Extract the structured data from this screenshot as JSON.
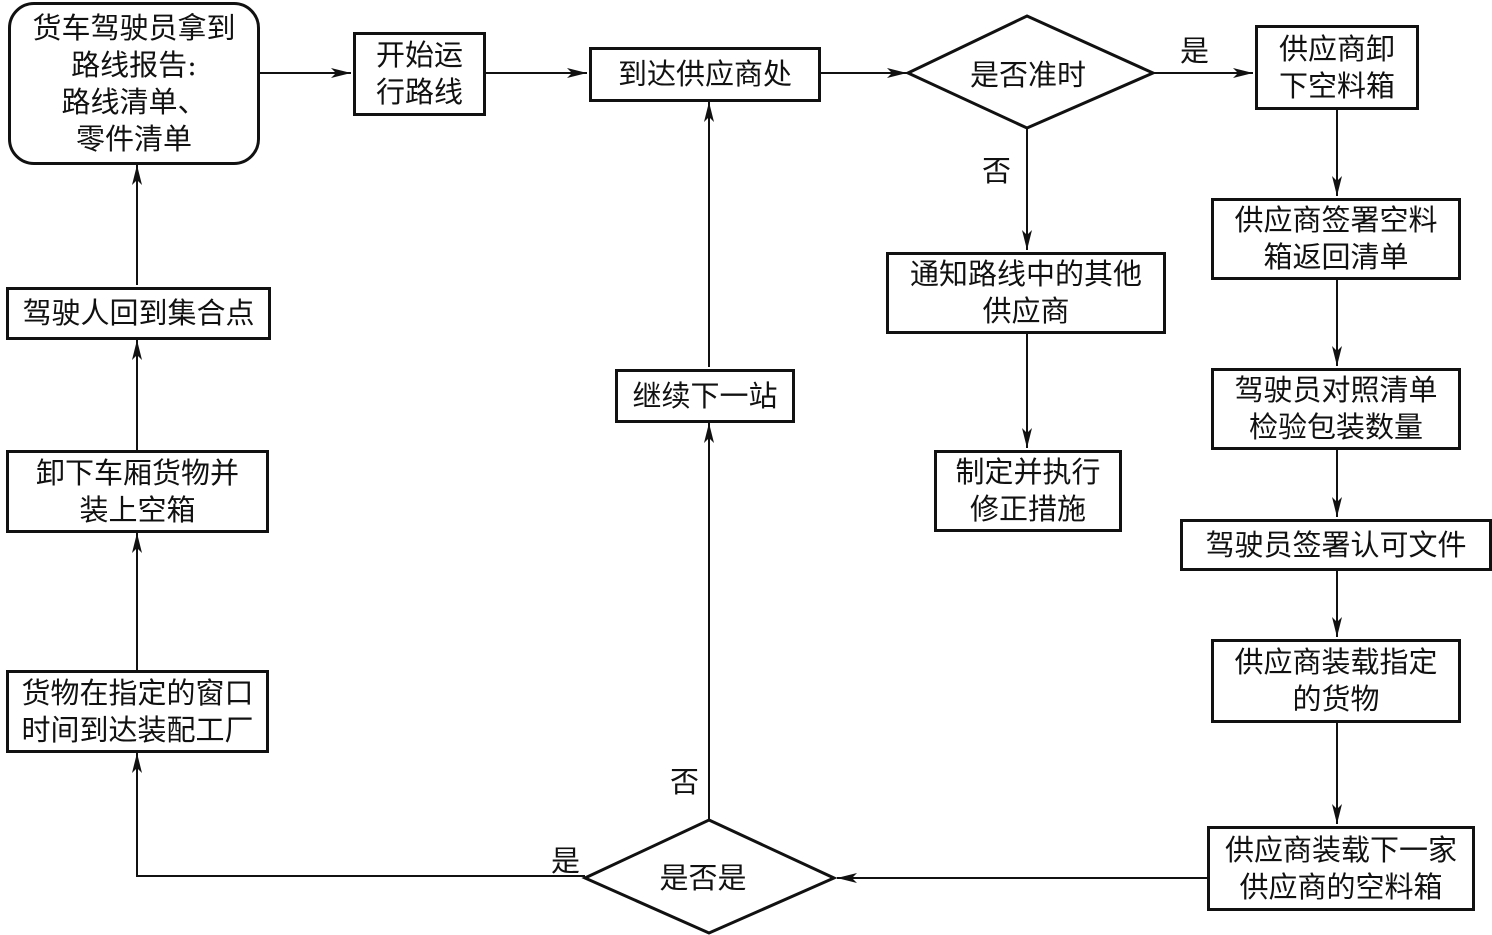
{
  "nodes": {
    "driver_gets_report": {
      "lines": [
        "货车驾驶员拿到",
        "路线报告:",
        "路线清单、",
        "零件清单"
      ]
    },
    "start_route": {
      "lines": [
        "开始运",
        "行路线"
      ]
    },
    "arrive_supplier": {
      "lines": [
        "到达供应商处"
      ]
    },
    "on_time_decision": {
      "lines": [
        "是否准时"
      ]
    },
    "supplier_unload_empty": {
      "lines": [
        "供应商卸",
        "下空料箱"
      ]
    },
    "supplier_sign_return_list": {
      "lines": [
        "供应商签署空料",
        "箱返回清单"
      ]
    },
    "driver_check_quantity": {
      "lines": [
        "驾驶员对照清单",
        "检验包装数量"
      ]
    },
    "driver_sign_document": {
      "lines": [
        "驾驶员签署认可文件"
      ]
    },
    "supplier_load_goods": {
      "lines": [
        "供应商装载指定",
        "的货物"
      ]
    },
    "supplier_load_next_empty": {
      "lines": [
        "供应商装载下一家",
        "供应商的空料箱"
      ]
    },
    "notify_other_suppliers": {
      "lines": [
        "通知路线中的其他",
        "供应商"
      ]
    },
    "corrective_action": {
      "lines": [
        "制定并执行",
        "修正措施"
      ]
    },
    "continue_next_stop": {
      "lines": [
        "继续下一站"
      ]
    },
    "yes_no_decision": {
      "lines": [
        "是否是"
      ]
    },
    "goods_arrive_plant": {
      "lines": [
        "货物在指定的窗口",
        "时间到达装配工厂"
      ]
    },
    "unload_and_load_empty": {
      "lines": [
        "卸下车厢货物并",
        "装上空箱"
      ]
    },
    "driver_return_assembly": {
      "lines": [
        "驾驶人回到集合点"
      ]
    }
  },
  "edge_labels": {
    "on_time_yes": "是",
    "on_time_no": "否",
    "decision_no": "否",
    "decision_yes": "是"
  },
  "colors": {
    "stroke": "#111111",
    "background": "#ffffff"
  }
}
